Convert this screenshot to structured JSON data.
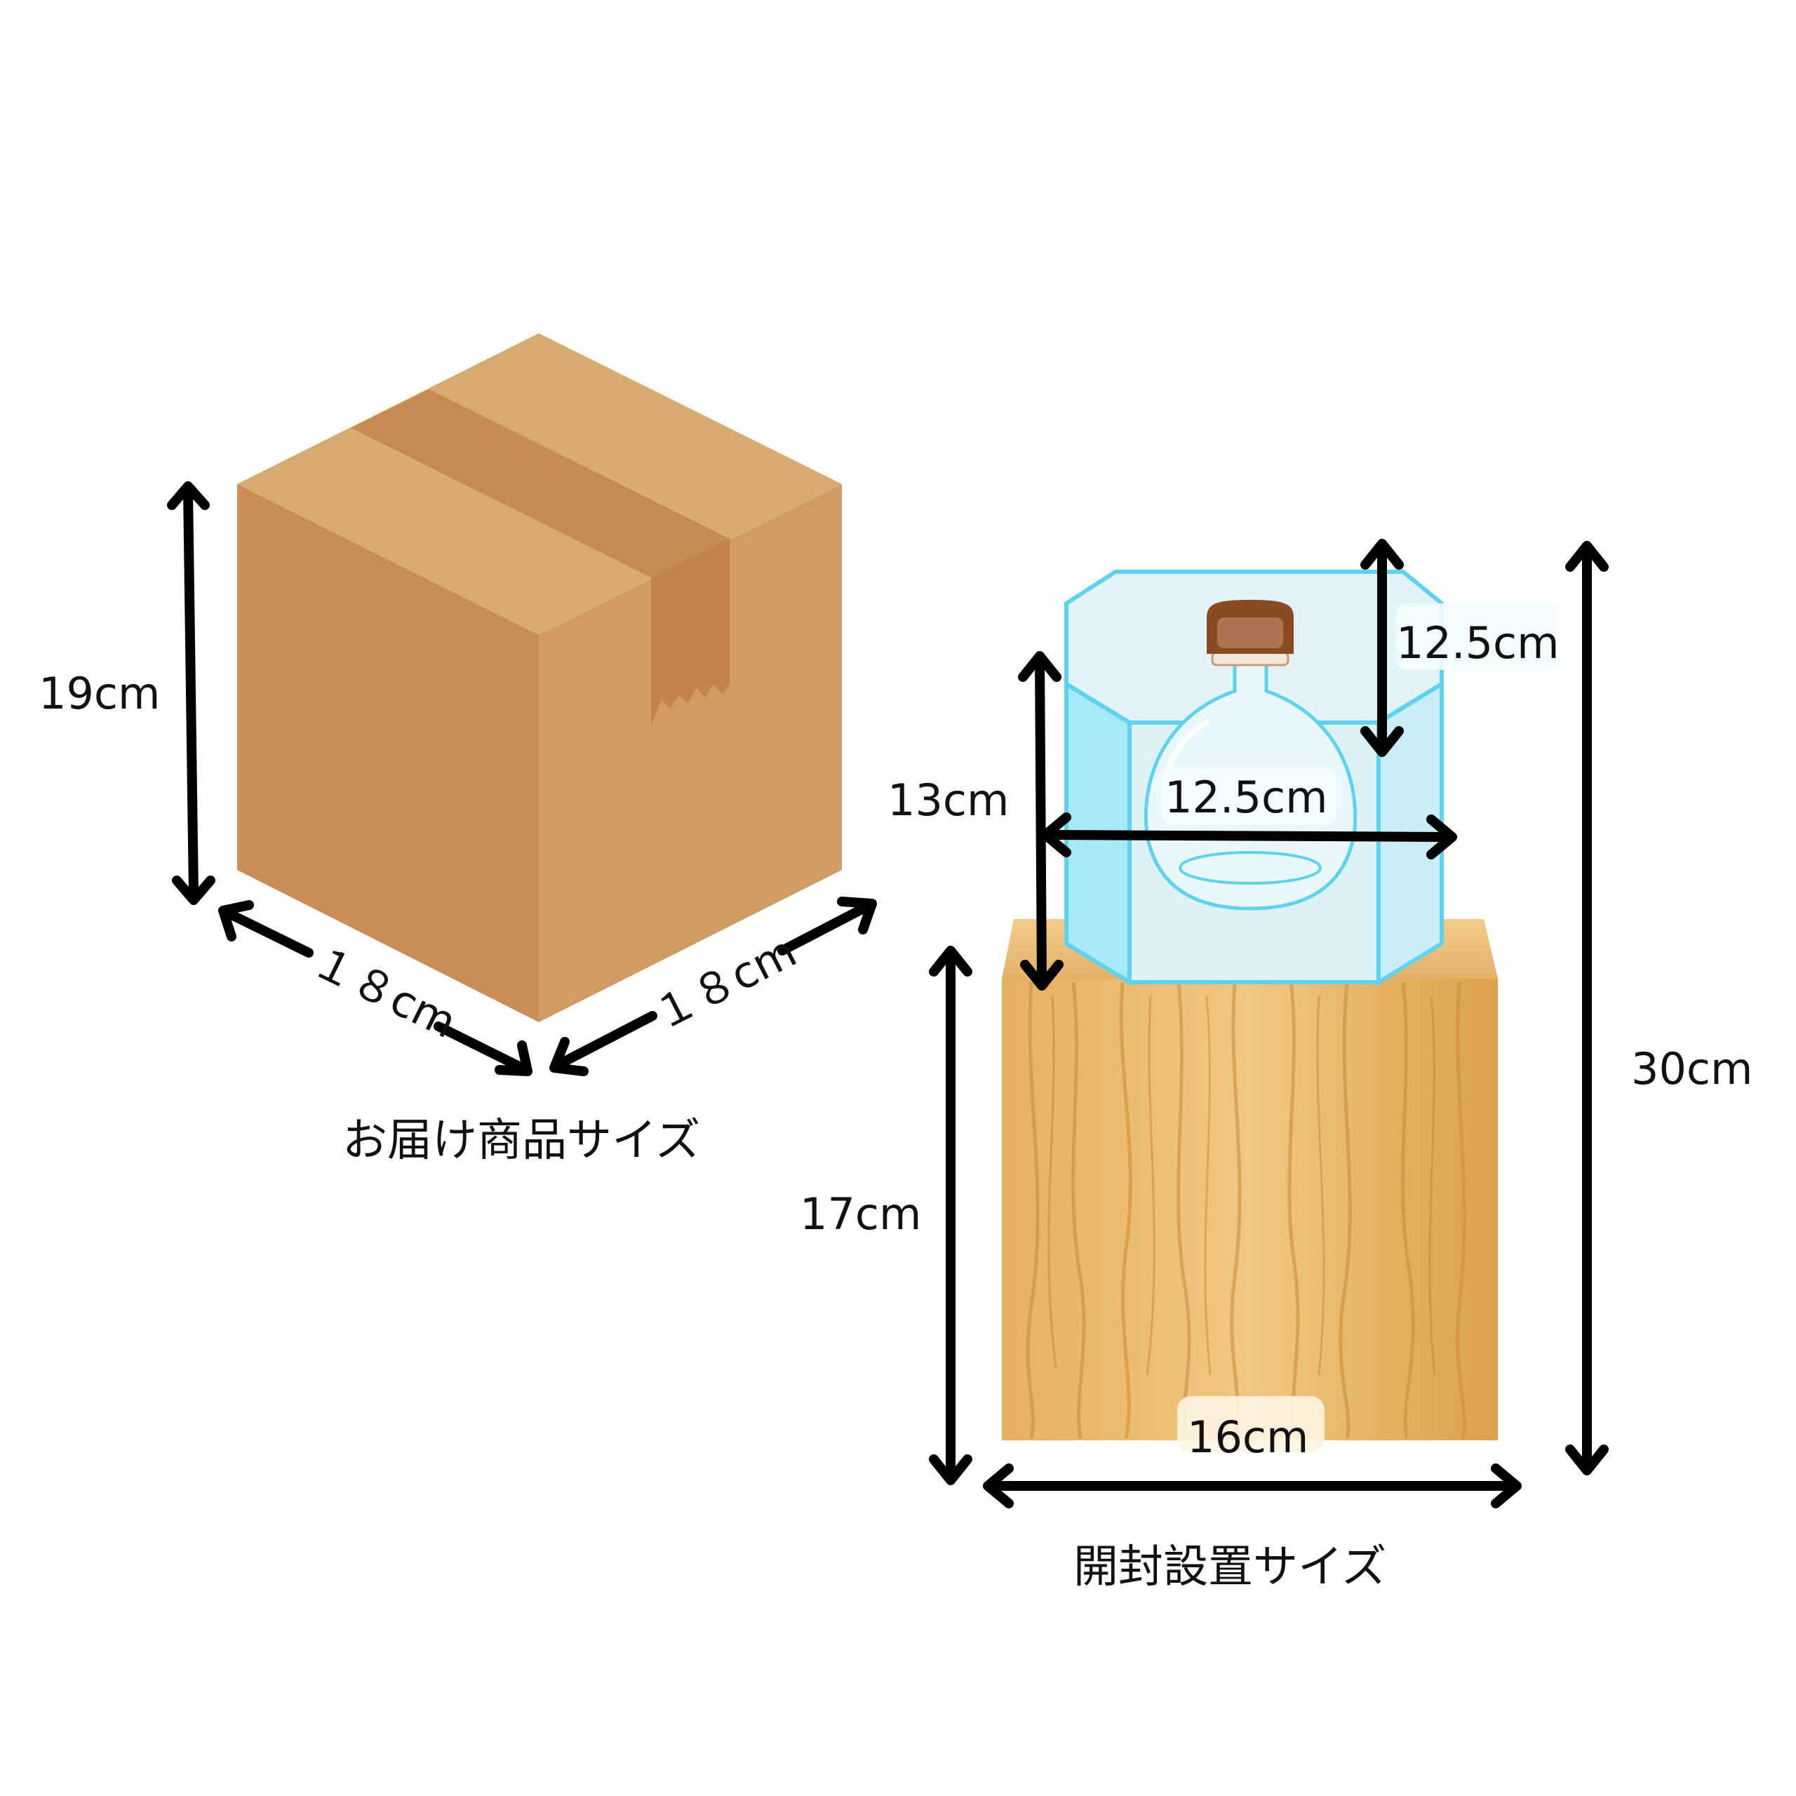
{
  "delivery": {
    "height_label": "19cm",
    "depth_label": "１８cm",
    "width_label": "１８cm",
    "caption": "お届け商品サイズ"
  },
  "installed": {
    "case_height_label": "13cm",
    "case_width_label": "12.5cm",
    "case_depth_label": "12.5cm",
    "stand_height_label": "17cm",
    "stand_width_label": "16cm",
    "total_height_label": "30cm",
    "caption": "開封設置サイズ"
  },
  "colors": {
    "box_top": "#d8ab72",
    "box_left": "#c98e57",
    "box_right": "#d09b64",
    "tape": "#c4834a",
    "glass_fill": "#dff3f8",
    "glass_edge": "#5fd3ee",
    "wood_light": "#efc47c",
    "wood_dark": "#d69a43",
    "cap": "#8a4a22",
    "arrow": "#000000"
  },
  "icons": [
    "cardboard-box",
    "glass-case",
    "bottle",
    "wooden-stand"
  ]
}
